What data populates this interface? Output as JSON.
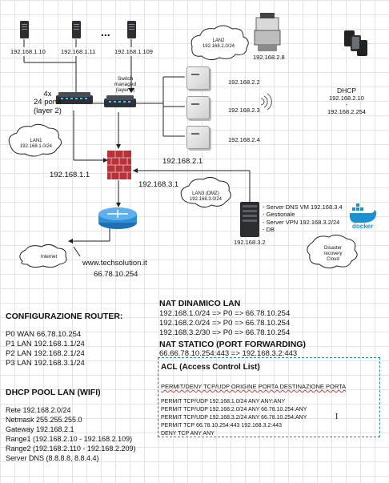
{
  "servers": {
    "ip1": "192.168.1.10",
    "ip2": "192.168.1.11",
    "dots": "...",
    "ip3": "192.168.1.109"
  },
  "lan2_cloud": {
    "line1": "LAN2",
    "line2": "192.168.2.0/24"
  },
  "printer_ip": "192.168.2.8",
  "dhcp": {
    "title": "DHCP",
    "line2": "192.168.2.10",
    "line3": "-",
    "line4": "192.168.2.254"
  },
  "switch_l2": {
    "line1": "4x",
    "line2": "24 porte",
    "line3": "(layer 2)"
  },
  "switch_l3": {
    "line1": "Switch",
    "line2": "managed",
    "line3": "(layer 3)"
  },
  "ap_ips": [
    "192.168.2.2",
    "192.168.2.3",
    "192.168.2.4"
  ],
  "lan2_gw": "192.168.2.1",
  "lan1_cloud": {
    "line1": "LAN1",
    "line2": "192.168.1.0/24"
  },
  "lan1_gw": "192.168.1.1",
  "dmz_gw": "192.168.3.1",
  "dmz_cloud": {
    "line1": "LAN3 (DMZ)",
    "line2": "192.168.3.0/24"
  },
  "dmz_server": {
    "items": [
      "- Server DNS VM 192.168.3.4",
      "- Gestionale",
      "- Server VPN 192.168.3.2/24",
      "- DB"
    ],
    "ip": "192.168.3.2",
    "docker_label": "docker"
  },
  "disaster_cloud": {
    "line1": "Disaster",
    "line2": "recovery",
    "line3": "Cloud"
  },
  "internet_cloud": "Internet",
  "website": "www.techsolution.it",
  "public_ip": "66.78.10.254",
  "nat": {
    "title": "NAT DINAMICO LAN",
    "rules": [
      "192.168.1.0/24 => P0 => 66.78.10.254",
      "192.168.2.0/24 => P0 => 66.78.10.254",
      "192.168.3.2/30 => P0 => 66.78.10.254"
    ]
  },
  "pat": {
    "title": "NAT  STATICO (PORT FORWARDING)",
    "rule": "66.66.78.10.254:443 => 192.168.3.2:443"
  },
  "acl": {
    "title": "ACL (Access Control List)",
    "header": "PERMIT/DENY TCP/UDP ORIGINE PORTA DESTINAZIONE PORTA",
    "rules": [
      "PERMIT TCP/UDP 192.168.1.0/24 ANY ANY:ANY",
      "PERMIT TCP/UDP 192.168.2.0/24 ANY 66.78.10.254:ANY",
      "PERMIT TCP/UDP 192.168.3.2/24 ANY 66.78.10.254:ANY",
      "PERMIT TCP 66.78.10.254:443 192.168.3.2:443",
      "DENY TCP ANY ANY"
    ]
  },
  "router_config": {
    "title": "CONFIGURAZIONE ROUTER:",
    "lines": [
      "P0 WAN 66.78.10.254",
      "P1 LAN 192.168.1.1/24",
      "P2 LAN 192.168.2.1/24",
      "P3 LAN 192.168.3.1/24"
    ]
  },
  "dhcp_pool": {
    "title": "DHCP POOL LAN (WIFI)",
    "lines": [
      "Rete 192.168.2.0/24",
      "Netmask 255.255.255.0",
      "Gateway 192.168.2.1",
      "Range1 (192.168.2.10 - 192.168.2.109)",
      "Range2 (192.168.2.110 - 192.168.2.209)",
      "Server DNS (8.8.8.8, 8.8.4.4)"
    ]
  },
  "colors": {
    "firewall": "#b8323a",
    "router": "#2f8fd6",
    "acl_border": "#2a8d93"
  }
}
